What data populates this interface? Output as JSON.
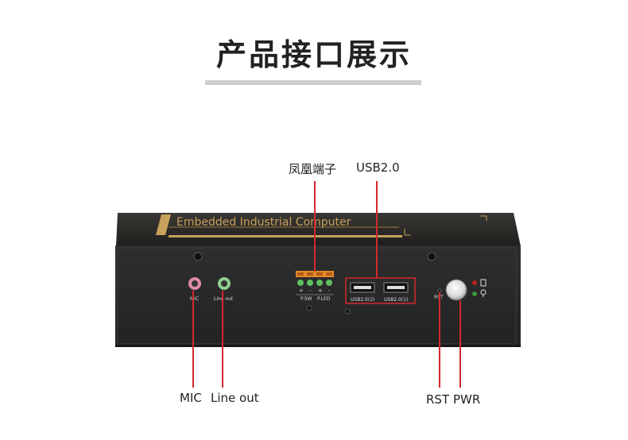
{
  "heading": {
    "title": "产品接口展示"
  },
  "device": {
    "brand_text": "Embedded Industrial Computer",
    "port_labels": {
      "mic": "MIC",
      "line_out": "Line out",
      "p_sw": "P.SW",
      "p_led": "P.LED",
      "usb2": "USB2.0(2)",
      "usb1": "USB2.0(1)",
      "rst": "RST",
      "plus1": "+",
      "minus1": "-",
      "plus2": "+",
      "minus2": "-"
    }
  },
  "callouts": {
    "phoenix": "凤凰端子",
    "usb": "USB2.0",
    "mic": "MIC",
    "line_out": "Line out",
    "rst": "RST",
    "pwr": "PWR"
  },
  "colors": {
    "accent_red": "#d4282d",
    "gold": "#c9a15a",
    "chassis": "#2a2a2a",
    "terminal_orange": "#e8892a"
  }
}
